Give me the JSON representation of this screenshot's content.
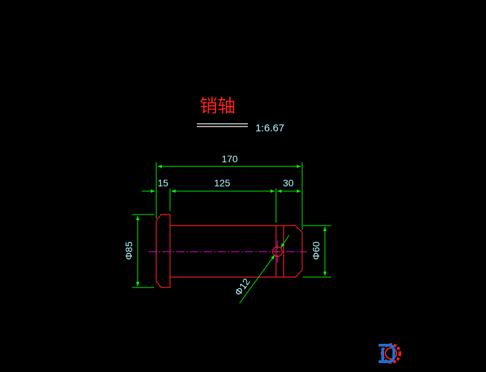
{
  "drawing": {
    "title": "销轴",
    "scale": "1:6.67"
  },
  "dimensions": {
    "overall_length": "170",
    "head_length": "15",
    "shank_length": "125",
    "end_length": "30",
    "head_diameter": "Φ85",
    "shank_diameter": "Φ60",
    "hole_diameter": "Φ12"
  },
  "colors": {
    "background": "#000000",
    "outline": "#ff2020",
    "dimension_line": "#00ff00",
    "dimension_text": "#b0ffff",
    "centerline": "#ff00ff",
    "title": "#ff2020",
    "scale_bar": "#ffffff",
    "logo_blue": "#1e6fd6",
    "logo_red": "#e8232a"
  },
  "logo": {
    "icon": "gear-logo-icon"
  }
}
